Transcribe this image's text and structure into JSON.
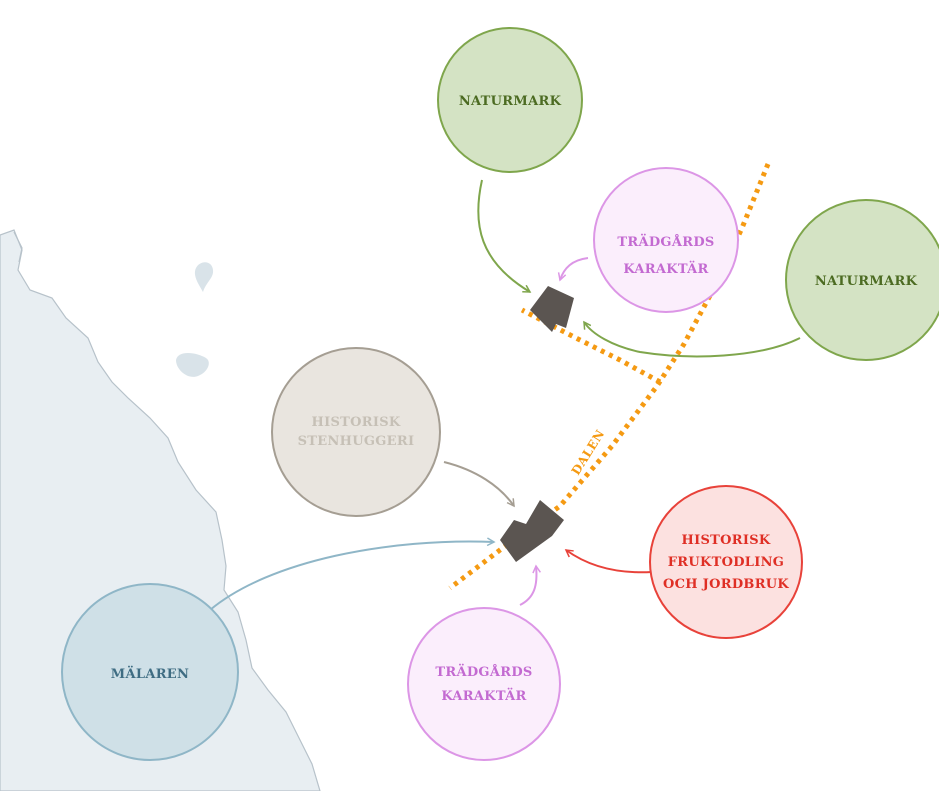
{
  "circles": {
    "naturmark_top": {
      "lines": [
        "NATURMARK"
      ],
      "fill": "#d4e3c4",
      "stroke": "#7fa64c",
      "text": "#4c6b22"
    },
    "naturmark_right": {
      "lines": [
        "NATURMARK"
      ],
      "fill": "#d4e3c4",
      "stroke": "#7fa64c",
      "text": "#4c6b22"
    },
    "tradgard_top": {
      "lines": [
        "TRÄDGÅRDS",
        "KARAKTÄR"
      ],
      "fill": "#fbeefc",
      "stroke": "#dc96e6",
      "text": "#c36ad1"
    },
    "tradgard_bottom": {
      "lines": [
        "TRÄDGÅRDS",
        "KARAKTÄR"
      ],
      "fill": "#fbeefc",
      "stroke": "#dc96e6",
      "text": "#c36ad1"
    },
    "stenhuggeri": {
      "lines": [
        "HISTORISK",
        "STENHUGGERI"
      ],
      "fill": "#e9e5df",
      "stroke": "#a59e93",
      "text": "#c6c0b6"
    },
    "fruktodling": {
      "lines": [
        "HISTORISK",
        "FRUKTODLING",
        "OCH JORDBRUK"
      ],
      "fill": "#fce1e0",
      "stroke": "#e8423a",
      "text": "#df2f25"
    },
    "malaren": {
      "lines": [
        "MÄLAREN"
      ],
      "fill": "#cfe0e7",
      "stroke": "#8fb6c7",
      "text": "#3f6d83"
    }
  },
  "road": {
    "label": "DALEN",
    "color": "#f59a12"
  },
  "colors": {
    "water": "#e8eef2",
    "shore": "#b7c2ca",
    "building": "#5b5551",
    "arrow_green": "#7fa64c",
    "arrow_pink": "#dc96e6",
    "arrow_gray": "#a59e93",
    "arrow_red": "#e8423a",
    "arrow_blue": "#8fb6c7"
  }
}
